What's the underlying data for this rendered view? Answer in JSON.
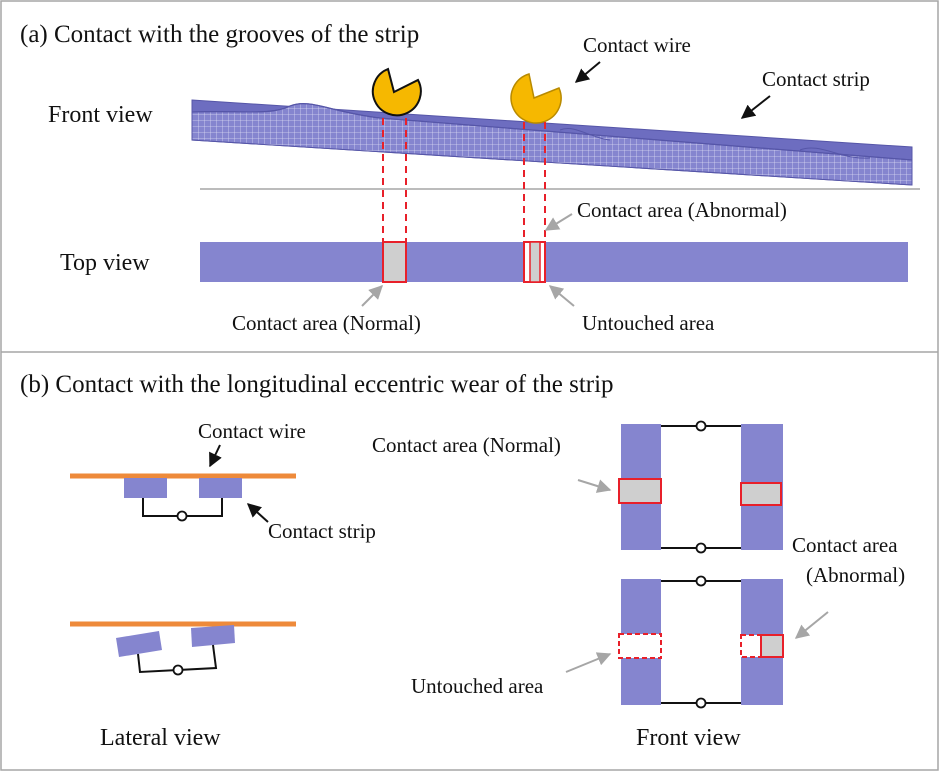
{
  "panel_a": {
    "caption": "(a) Contact with the grooves of the strip",
    "front_view_label": "Front view",
    "top_view_label": "Top view",
    "contact_wire_label": "Contact wire",
    "contact_strip_label": "Contact strip",
    "contact_area_abnormal_label": "Contact area (Abnormal)",
    "contact_area_normal_label": "Contact area (Normal)",
    "untouched_area_label": "Untouched area"
  },
  "panel_b": {
    "caption": "(b) Contact with the longitudinal  eccentric wear of the strip",
    "contact_wire_label": "Contact wire",
    "contact_strip_label": "Contact strip",
    "contact_area_normal_label": "Contact area (Normal)",
    "contact_area_abnormal_label_line1": "Contact area",
    "contact_area_abnormal_label_line2": "(Abnormal)",
    "untouched_area_label": "Untouched area",
    "lateral_view_label": "Lateral view",
    "front_view_label": "Front view"
  },
  "colors": {
    "strip": "#8585cf",
    "wire_lateral": "#ee8a3a",
    "wire_section": "#f6b800",
    "contact_area": "#cfcfcf",
    "highlight": "#e8202a",
    "arrow_gray": "#a6a6a6",
    "border": "#a6a6a6"
  },
  "icons": {
    "contact_wire_section": "pac-man-shaped wire cross-section",
    "pivot": "circle-hinge"
  }
}
